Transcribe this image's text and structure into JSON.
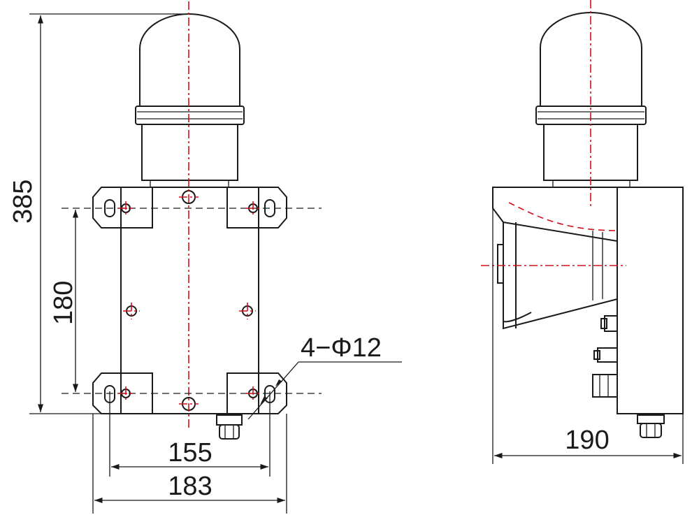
{
  "dimensions": {
    "height_total": "385",
    "hole_spacing_vertical": "180",
    "hole_spacing_horizontal": "155",
    "base_width": "183",
    "side_depth": "190",
    "hole_spec": "4−Φ12"
  },
  "colors": {
    "line": "#1a1a1a",
    "centerline": "#d0101c"
  }
}
